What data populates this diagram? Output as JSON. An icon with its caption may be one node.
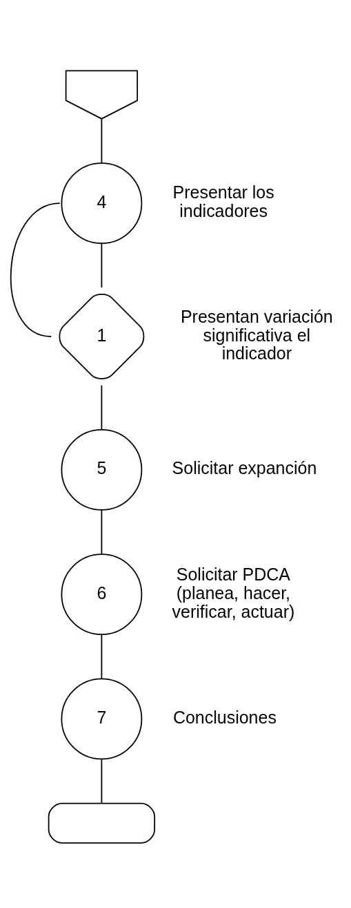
{
  "diagram": {
    "nodes": [
      {
        "text": [],
        "shape": "pentagon"
      },
      {
        "text": [
          "4"
        ],
        "beside": [
          "Presentar los indicadores"
        ]
      },
      {
        "text": [
          "1"
        ],
        "beside": [
          "Presentan variación significativa el indicador"
        ]
      },
      {
        "text": [
          "5"
        ],
        "beside": [
          "Solicitar expanción"
        ]
      },
      {
        "text": [
          "6"
        ],
        "beside": [
          "Solicitar PDCA (planea, hacer, verificar, actuar)"
        ]
      },
      {
        "text": [
          "7"
        ],
        "beside": [
          "Conclusiones"
        ]
      },
      {
        "text": [],
        "shape": "box"
      }
    ],
    "edges": [
      {
        "from": 0,
        "to": 1,
        "arrow": "none"
      },
      {
        "from": 1,
        "to": 2,
        "arrow": "none"
      },
      {
        "from": 2,
        "to": 1,
        "arrow": "none"
      },
      {
        "from": 2,
        "to": 3,
        "arrow": "none"
      },
      {
        "from": 3,
        "to": 4,
        "arrow": "none"
      },
      {
        "from": 4,
        "to": 5,
        "arrow": "none"
      },
      {
        "from": 5,
        "to": 6,
        "arrow": "none"
      }
    ]
  }
}
